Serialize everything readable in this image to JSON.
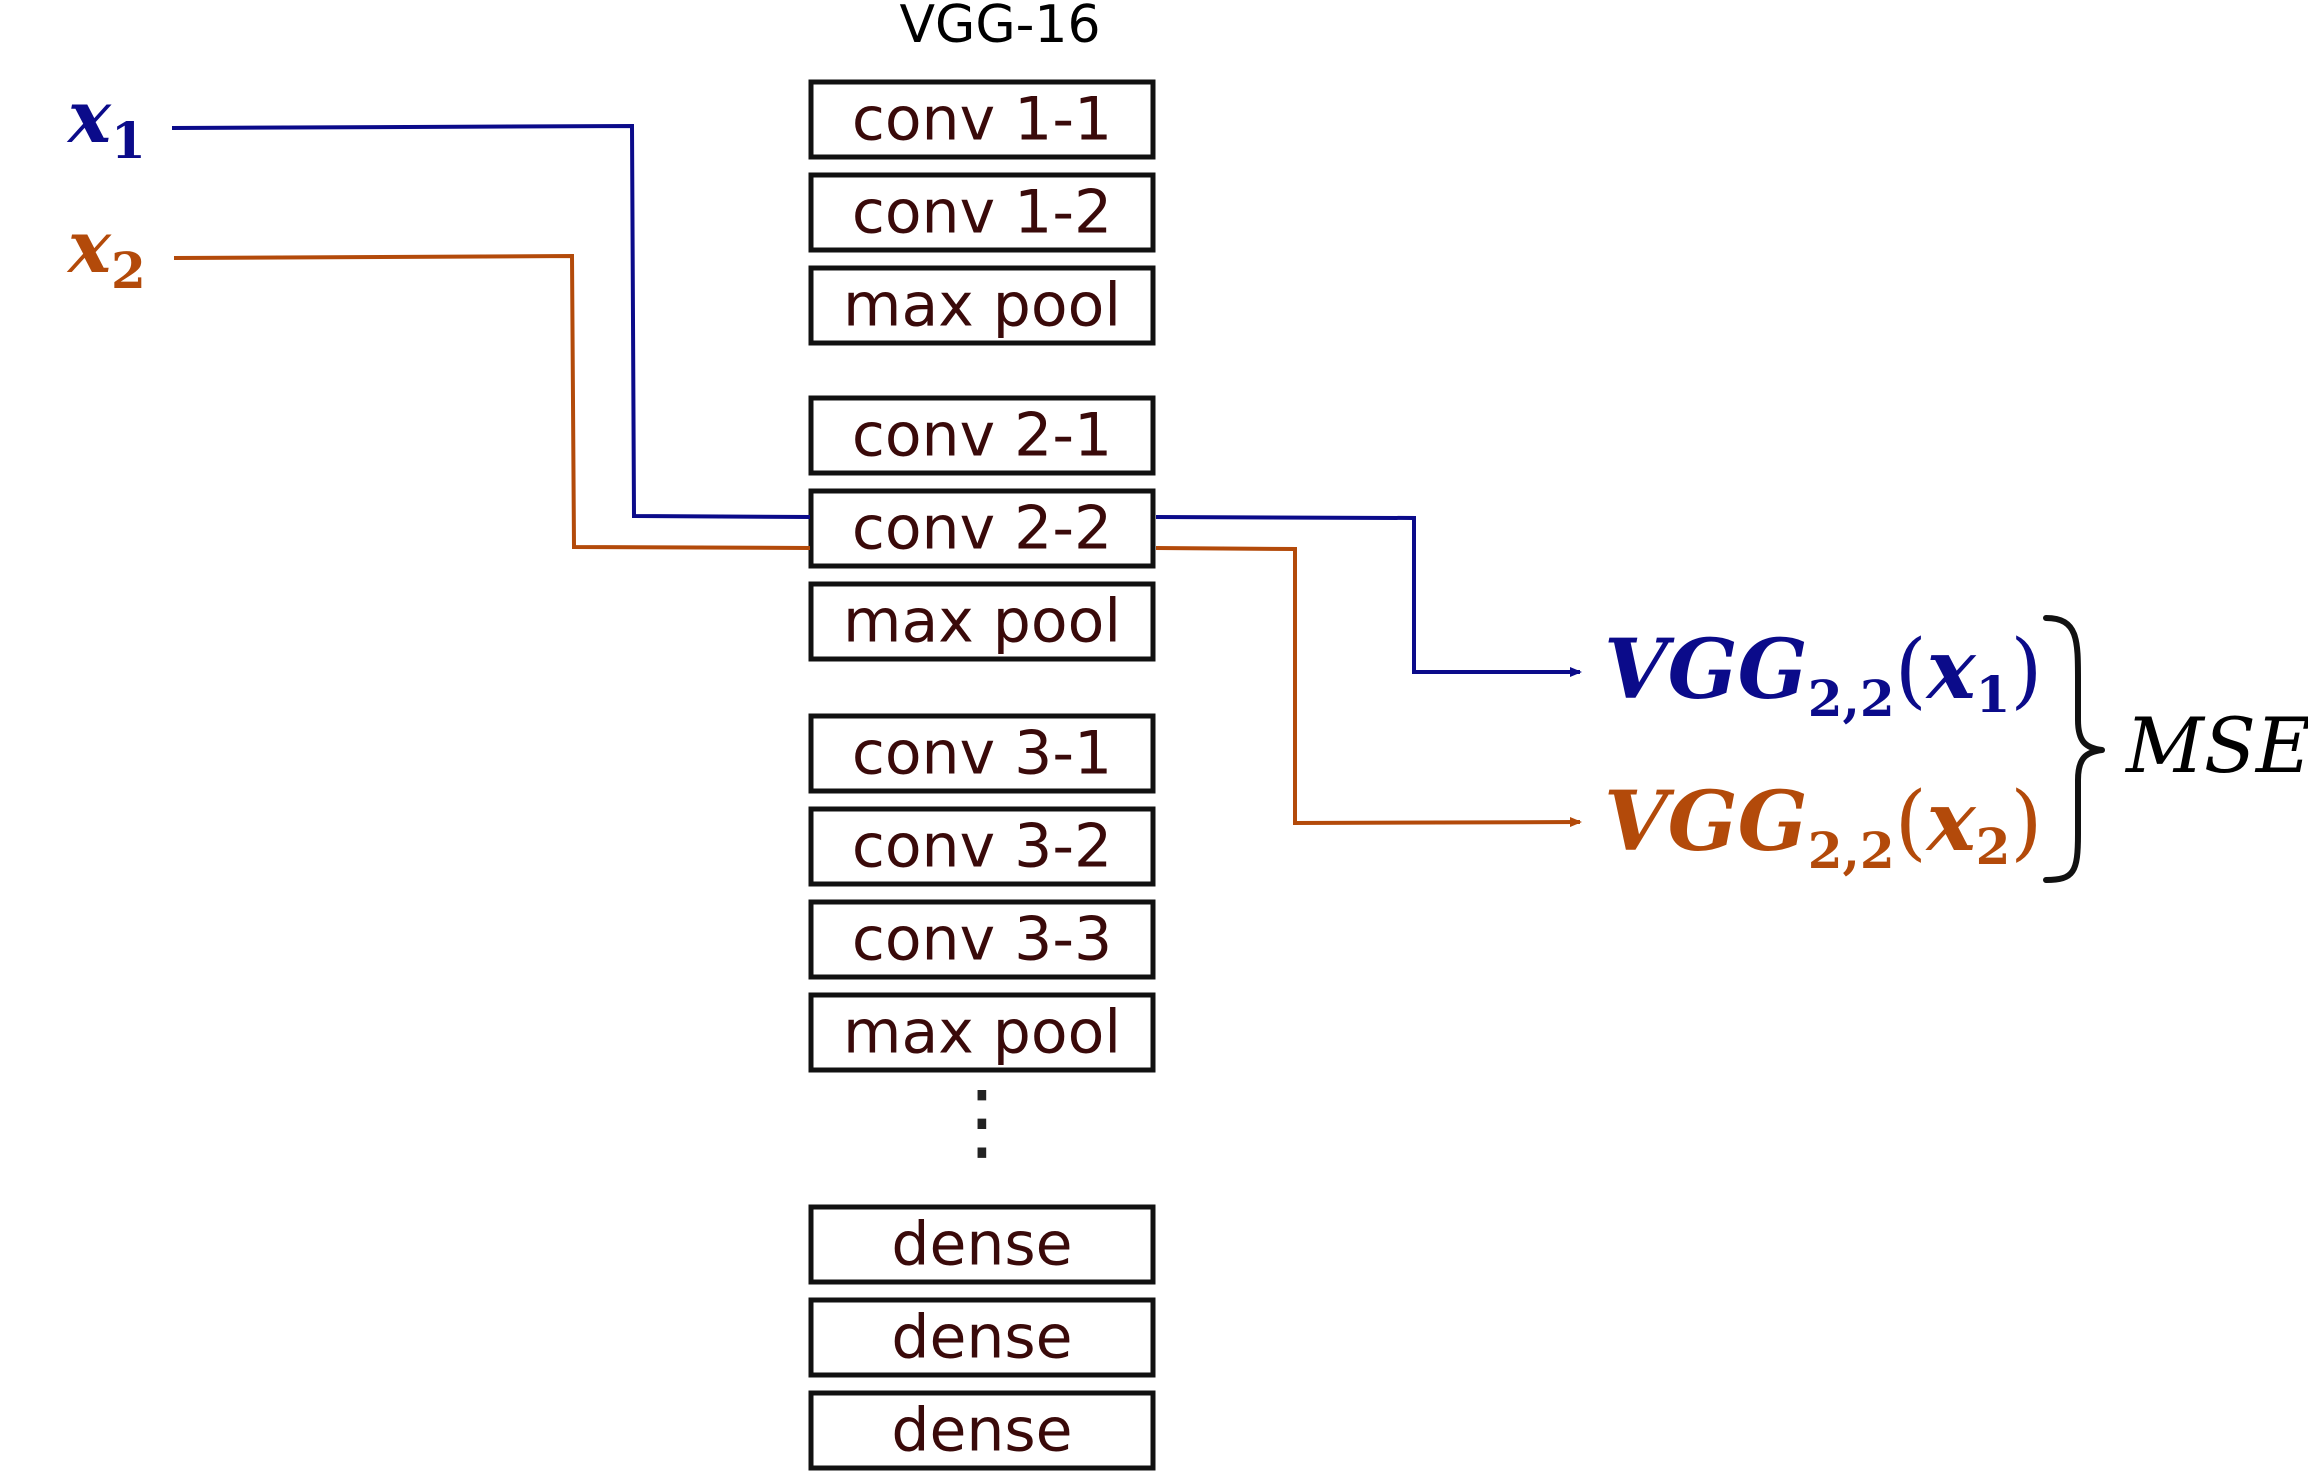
{
  "title": "VGG-16",
  "colors": {
    "x1": "#0b0b8a",
    "x2": "#b34a0a",
    "box_stroke": "#111111",
    "box_text": "#3a0a0a",
    "brace": "#111111"
  },
  "inputs": [
    {
      "base": "x",
      "sub": "1"
    },
    {
      "base": "x",
      "sub": "2"
    }
  ],
  "layer_groups": [
    [
      "conv 1-1",
      "conv 1-2",
      "max pool"
    ],
    [
      "conv 2-1",
      "conv 2-2",
      "max pool"
    ],
    [
      "conv 3-1",
      "conv 3-2",
      "conv 3-3",
      "max pool"
    ],
    [
      "dense",
      "dense",
      "dense"
    ]
  ],
  "ellipsis_glyph": "⋮",
  "outputs": [
    {
      "func": "VGG",
      "sub": "2,2",
      "arg_base": "x",
      "arg_sub": "1"
    },
    {
      "func": "VGG",
      "sub": "2,2",
      "arg_base": "x",
      "arg_sub": "2"
    }
  ],
  "loss_label": "MSE"
}
